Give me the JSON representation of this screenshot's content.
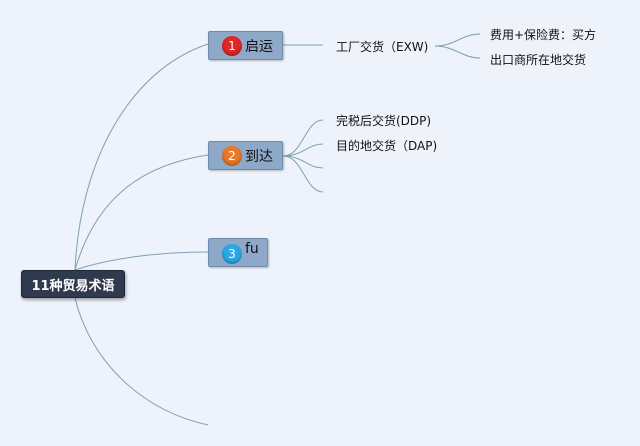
{
  "root": {
    "label": "11种贸易术语"
  },
  "branches": [
    {
      "number": "1",
      "label": "启运",
      "children": [
        {
          "label": "工厂交货（EXW)",
          "children": [
            {
              "label": "费用+保险费：买方"
            },
            {
              "label": "出口商所在地交货"
            }
          ]
        }
      ]
    },
    {
      "number": "2",
      "label": "到达",
      "children": [
        {
          "label": "完税后交货(DDP)"
        },
        {
          "label": "目的地交货（DAP)"
        }
      ]
    },
    {
      "number": "3",
      "label": "fu",
      "children": []
    }
  ],
  "colors": {
    "root_fill": "#2f3a4f",
    "branch_fill": "#8ea8c8",
    "connector": "#7f9fb1",
    "badge_1": "#e02727",
    "badge_2": "#e8782a",
    "badge_3": "#2ba7e6",
    "background": "#eef3fb"
  }
}
